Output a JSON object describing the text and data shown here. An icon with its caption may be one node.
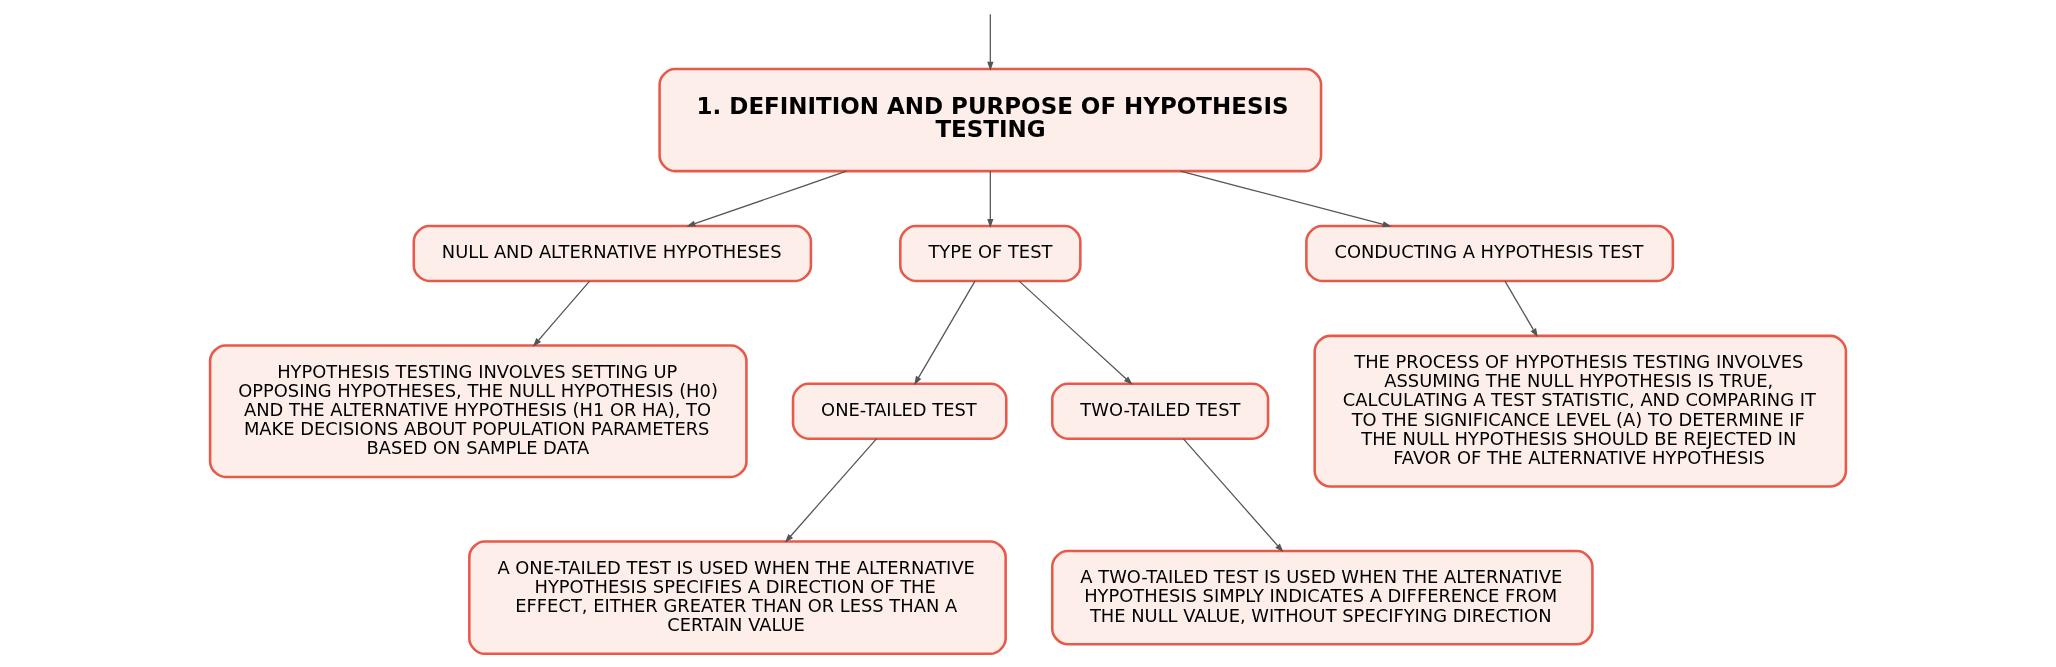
{
  "diagram": {
    "nodes": [
      {
        "text": [
          "1. DEFINITION AND PURPOSE OF HYPOTHESIS TESTING"
        ]
      },
      {
        "text": [
          "NULL AND ALTERNATIVE HYPOTHESES"
        ]
      },
      {
        "text": [
          "TYPE OF TEST"
        ]
      },
      {
        "text": [
          "CONDUCTING A HYPOTHESIS TEST"
        ]
      },
      {
        "text": [
          "HYPOTHESIS TESTING INVOLVES SETTING UP OPPOSING HYPOTHESES, THE NULL HYPOTHESIS (H0) AND THE ALTERNATIVE HYPOTHESIS (H1 OR HA), TO MAKE DECISIONS ABOUT POPULATION PARAMETERS BASED ON SAMPLE DATA"
        ]
      },
      {
        "text": [
          "ONE-TAILED TEST"
        ]
      },
      {
        "text": [
          "TWO-TAILED TEST"
        ]
      },
      {
        "text": [
          "THE PROCESS OF HYPOTHESIS TESTING INVOLVES ASSUMING THE NULL HYPOTHESIS IS TRUE, CALCULATING A TEST STATISTIC, AND COMPARING IT TO THE SIGNIFICANCE LEVEL (Α) TO DETERMINE IF THE NULL HYPOTHESIS SHOULD BE REJECTED IN FAVOR OF THE ALTERNATIVE HYPOTHESIS"
        ]
      },
      {
        "text": [
          "A ONE-TAILED TEST IS USED WHEN THE ALTERNATIVE HYPOTHESIS SPECIFIES A DIRECTION OF THE EFFECT, EITHER GREATER THAN OR LESS THAN A CERTAIN VALUE"
        ]
      },
      {
        "text": [
          "A TWO-TAILED TEST IS USED WHEN THE ALTERNATIVE HYPOTHESIS SIMPLY INDICATES A DIFFERENCE FROM THE NULL VALUE, WITHOUT SPECIFYING DIRECTION"
        ]
      }
    ],
    "edges": [
      {
        "from": null,
        "to": 0,
        "arrow": "to"
      },
      {
        "from": 0,
        "to": 1,
        "arrow": "to"
      },
      {
        "from": 0,
        "to": 2,
        "arrow": "to"
      },
      {
        "from": 0,
        "to": 3,
        "arrow": "to"
      },
      {
        "from": 1,
        "to": 4,
        "arrow": "to"
      },
      {
        "from": 2,
        "to": 5,
        "arrow": "to"
      },
      {
        "from": 2,
        "to": 6,
        "arrow": "to"
      },
      {
        "from": 3,
        "to": 7,
        "arrow": "to"
      },
      {
        "from": 5,
        "to": 8,
        "arrow": "to"
      },
      {
        "from": 6,
        "to": 9,
        "arrow": "to"
      }
    ]
  }
}
